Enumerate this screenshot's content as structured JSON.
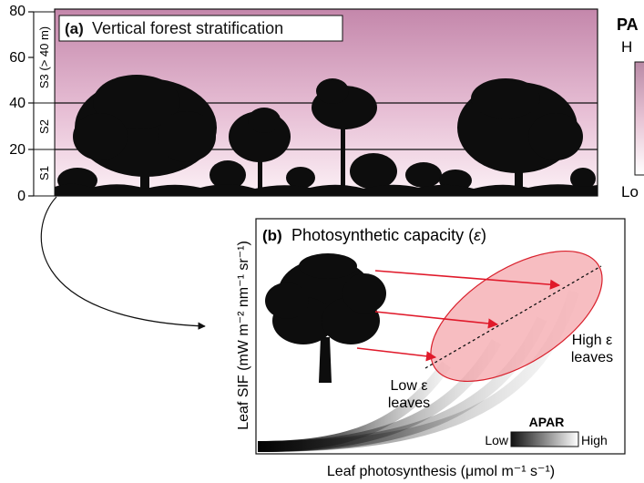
{
  "panel_a": {
    "label": "(a)",
    "title": "Vertical forest stratification",
    "y_ticks": [
      "0",
      "20",
      "40",
      "60",
      "80"
    ],
    "strata": [
      "S1",
      "S2",
      "S3 (> 40 m)"
    ]
  },
  "par_legend": {
    "title": "PA",
    "high_label": "H",
    "low_label": "Lo"
  },
  "panel_b": {
    "label": "(b)",
    "title_prefix": "Photosynthetic capacity (",
    "title_symbol": "ε",
    "title_suffix": ")",
    "y_axis_label": "Leaf SIF (mW m⁻² nm⁻¹ sr⁻¹)",
    "x_axis_label": "Leaf photosynthesis (μmol m⁻¹ s⁻¹)",
    "low_eps_line1": "Low ε",
    "low_eps_line2": "leaves",
    "high_eps_line1": "High ε",
    "high_eps_line2": "leaves",
    "apar_title": "APAR",
    "apar_low": "Low",
    "apar_high": "High"
  },
  "colors": {
    "sky_top": "#c487ab",
    "sky_bottom": "#fbeef5",
    "tree": "#0d0d0d",
    "arrow": "#e0192a",
    "ellipse_fill": "#f29aa0",
    "ellipse_stroke": "#d9202c"
  }
}
